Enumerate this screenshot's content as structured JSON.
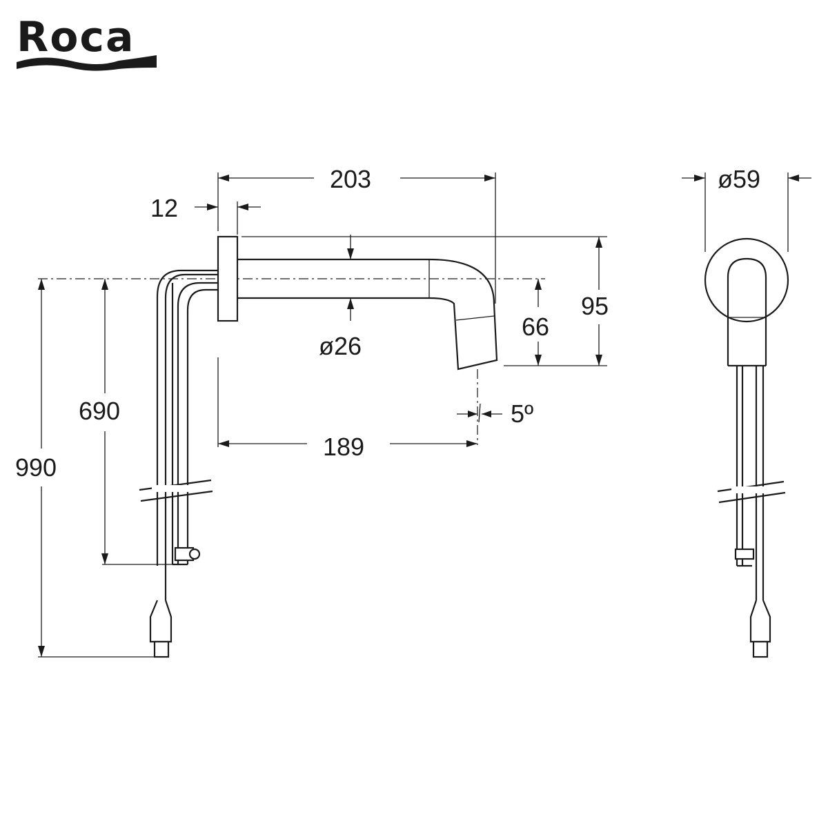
{
  "brand": {
    "name": "Roca"
  },
  "dimensions": {
    "total_length": "203",
    "flange_thickness": "12",
    "height_total": "95",
    "outlet_height": "66",
    "tube_diameter": "ø26",
    "outlet_angle": "5º",
    "spout_reach": "189",
    "hose_length": "690",
    "overall_hose_length": "990",
    "flange_diameter": "ø59"
  }
}
